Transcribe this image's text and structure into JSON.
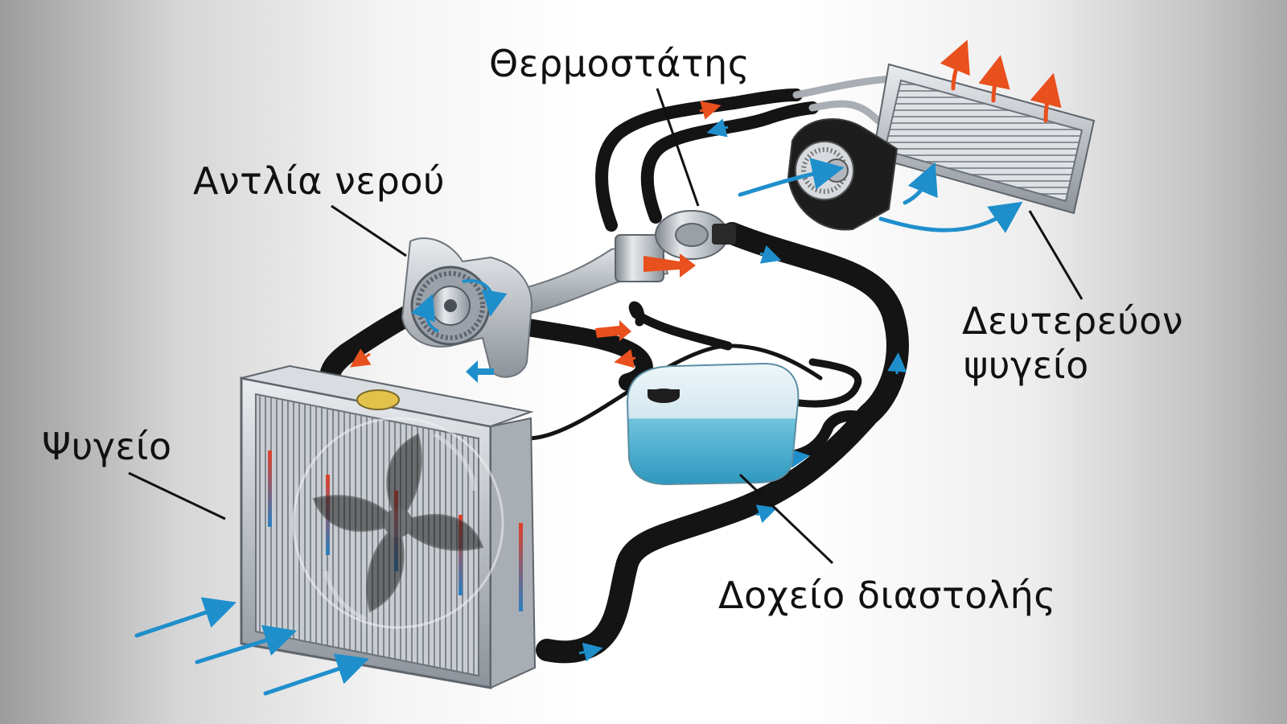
{
  "labels": {
    "thermostat": "Θερμοστάτης",
    "water_pump": "Αντλία νερού",
    "radiator": "Ψυγείο",
    "heater_core_line1": "Δευτερεύον",
    "heater_core_line2": "ψυγείο",
    "expansion_tank": "Δοχείο διαστολής"
  },
  "colors": {
    "hose": "#141414",
    "metal": "#b4b9bf",
    "hot_flow": "#e8501e",
    "cold_flow": "#1f8fcc",
    "coolant": "#3aa7c9"
  }
}
